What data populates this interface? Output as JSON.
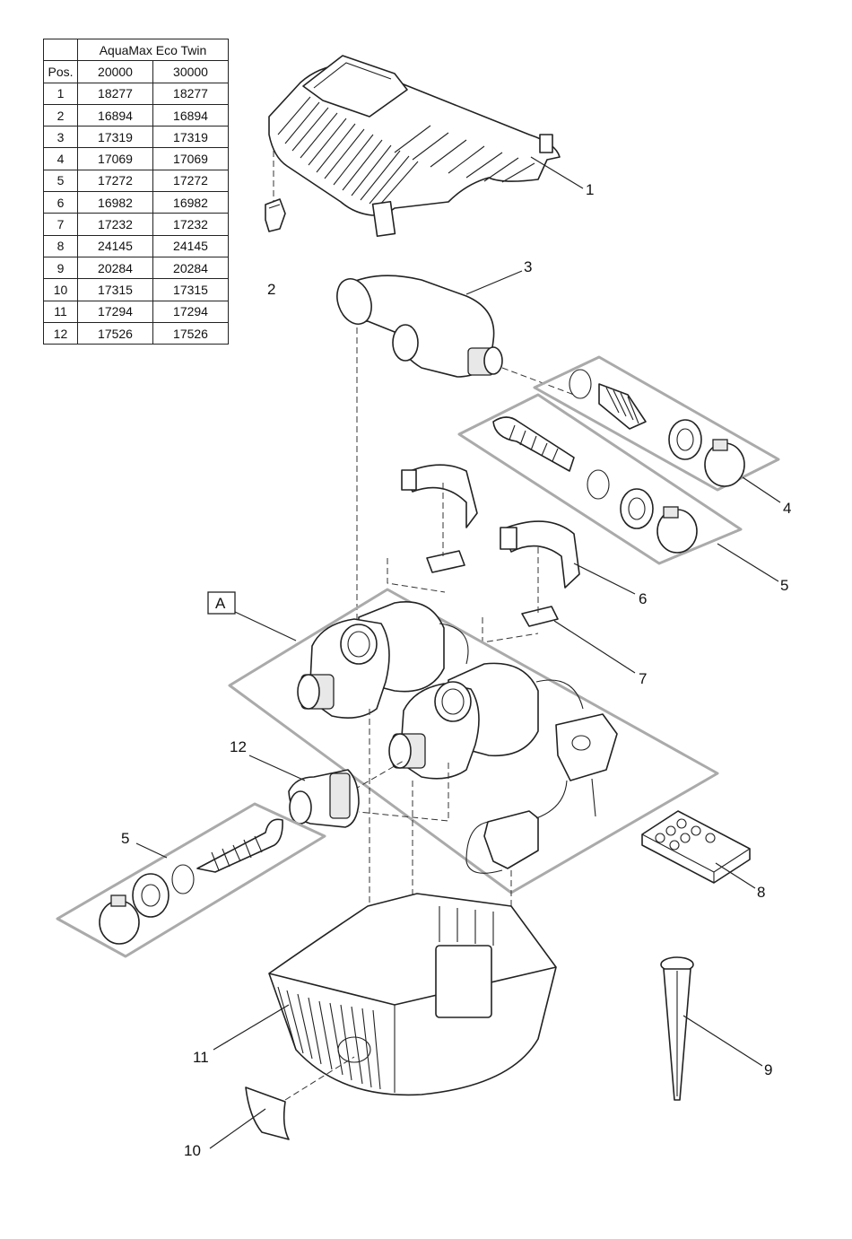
{
  "table": {
    "product_header": "AquaMax Eco Twin",
    "pos_header": "Pos.",
    "model_a": "20000",
    "model_b": "30000",
    "rows": [
      {
        "pos": "1",
        "a": "18277",
        "b": "18277"
      },
      {
        "pos": "2",
        "a": "16894",
        "b": "16894"
      },
      {
        "pos": "3",
        "a": "17319",
        "b": "17319"
      },
      {
        "pos": "4",
        "a": "17069",
        "b": "17069"
      },
      {
        "pos": "5",
        "a": "17272",
        "b": "17272"
      },
      {
        "pos": "6",
        "a": "16982",
        "b": "16982"
      },
      {
        "pos": "7",
        "a": "17232",
        "b": "17232"
      },
      {
        "pos": "8",
        "a": "24145",
        "b": "24145"
      },
      {
        "pos": "9",
        "a": "20284",
        "b": "20284"
      },
      {
        "pos": "10",
        "a": "17315",
        "b": "17315"
      },
      {
        "pos": "11",
        "a": "17294",
        "b": "17294"
      },
      {
        "pos": "12",
        "a": "17526",
        "b": "17526"
      }
    ]
  },
  "callouts": {
    "c1": "1",
    "c2": "2",
    "c3": "3",
    "c4": "4",
    "c5": "5",
    "c5b": "5",
    "c6": "6",
    "c7": "7",
    "c8": "8",
    "c9": "9",
    "c10": "10",
    "c11": "11",
    "c12": "12",
    "assembly": "A"
  }
}
